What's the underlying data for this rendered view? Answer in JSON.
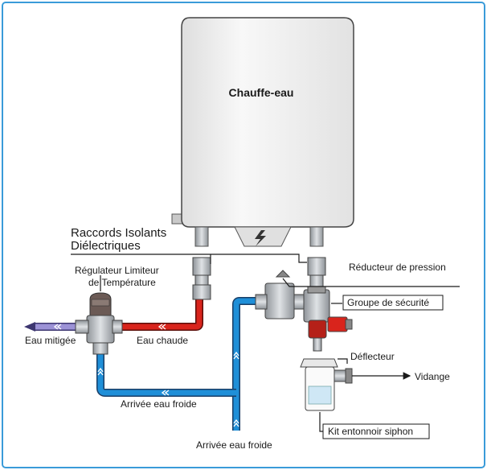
{
  "heater": {
    "label": "Chauffe-eau"
  },
  "labels": {
    "raccords_line1": "Raccords Isolants",
    "raccords_line2": "Diélectriques",
    "regulateur_line1": "Régulateur Limiteur",
    "regulateur_line2": "de Température",
    "reducteur": "Réducteur de pression",
    "groupe": "Groupe de sécurité",
    "eau_mitigee": "Eau mitigée",
    "eau_chaude": "Eau chaude",
    "deflecteur": "Déflecteur",
    "vidange": "Vidange",
    "arrivee_1": "Arrivée eau froide",
    "arrivee_2": "Arrivée eau froide",
    "kit": "Kit entonnoir siphon"
  },
  "colors": {
    "frame_border": "#3a9bd9",
    "hot_pipe": "#d9241c",
    "cold_pipe": "#1f8fd8",
    "mixed_pipe": "#9c92d6",
    "heater_body": "#f3f3f3",
    "fitting": "#a9aeb3"
  },
  "icons": [
    "lightning-icon",
    "arrow-left-icon",
    "arrow-right-icon"
  ]
}
